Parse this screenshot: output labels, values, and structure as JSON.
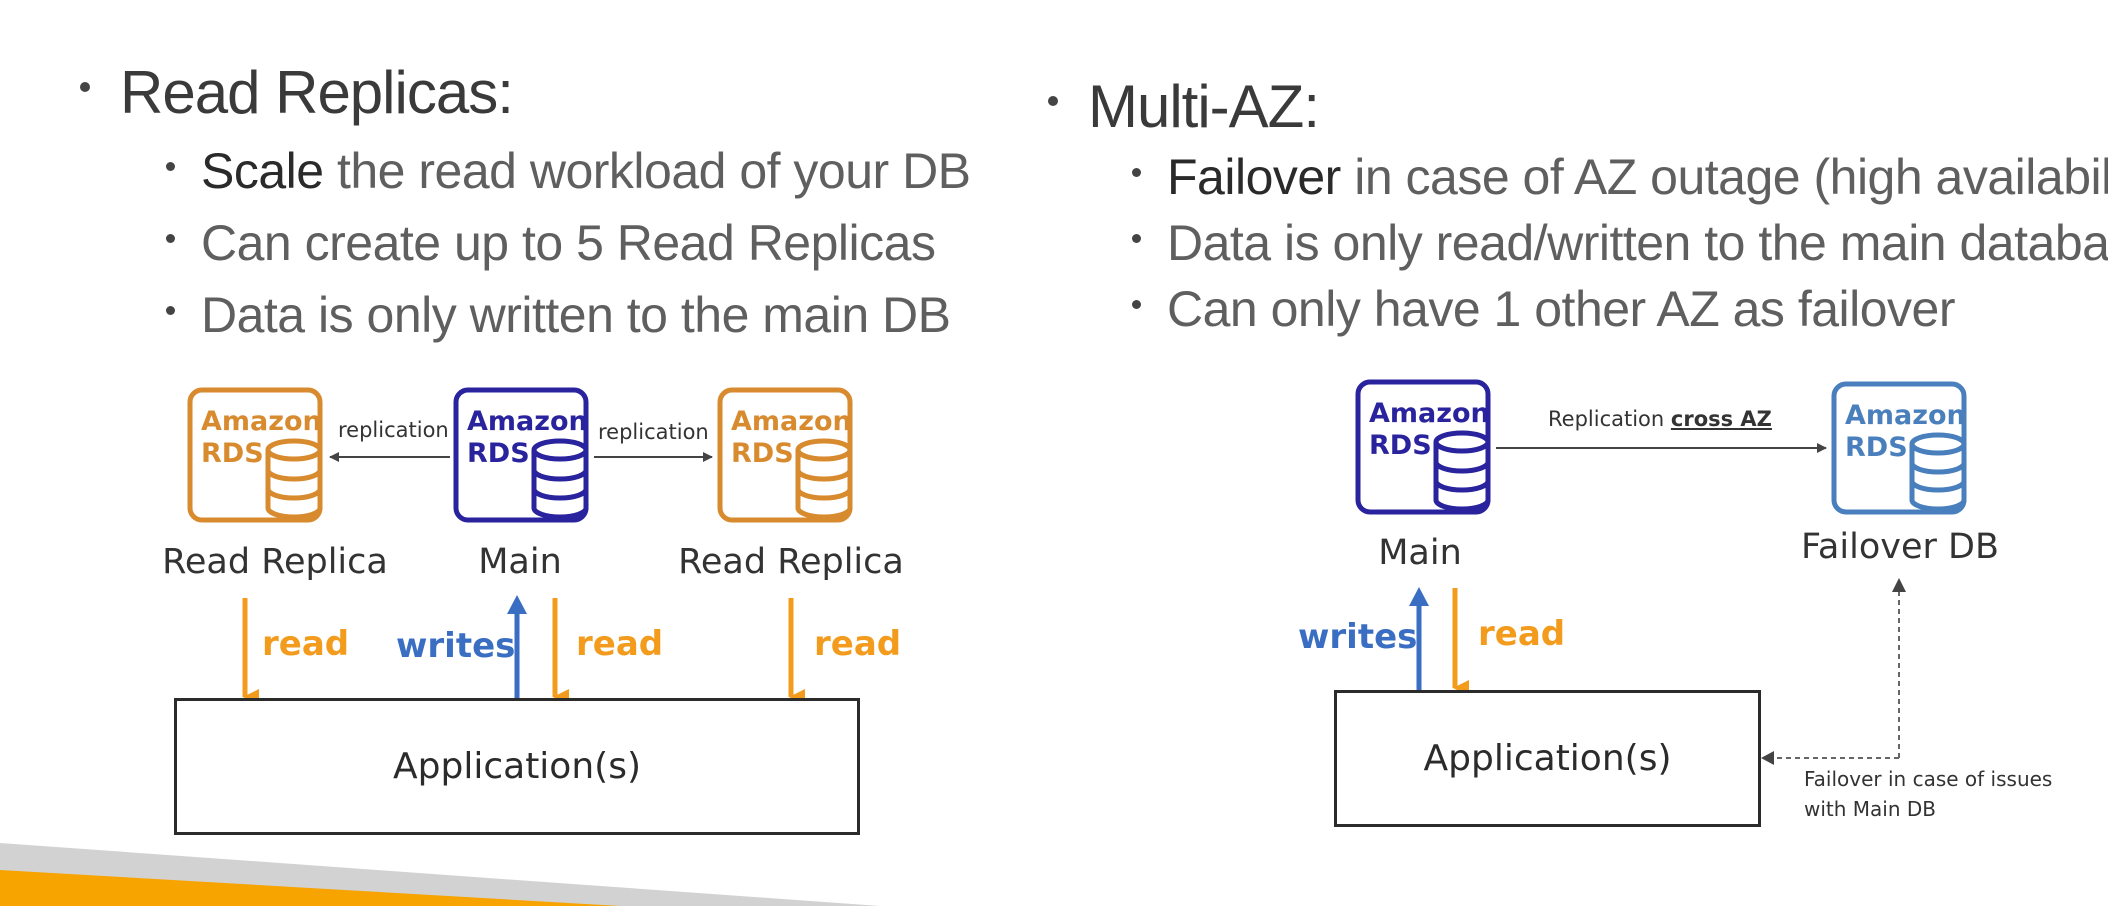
{
  "left": {
    "heading": "Read Replicas:",
    "bullets": [
      {
        "bold": "Scale",
        "rest": " the read workload of your DB"
      },
      {
        "bold": "",
        "rest": "Can create up to 5 Read Replicas"
      },
      {
        "bold": "",
        "rest": "Data is only written to the main DB"
      }
    ],
    "replica_left_label": "Read Replica",
    "main_label": "Main",
    "replica_right_label": "Read Replica",
    "replication_left": "replication",
    "replication_right": "replication",
    "read_label": "read",
    "writes_label": "writes",
    "app_label": "Application(s)"
  },
  "right": {
    "heading": "Multi-AZ:",
    "bullets": [
      {
        "bold": "Failover",
        "rest": " in case of AZ outage (high availability)"
      },
      {
        "bold": "",
        "rest": "Data is only read/written to the main database"
      },
      {
        "bold": "",
        "rest": "Can only have 1 other AZ as failover"
      }
    ],
    "main_label": "Main",
    "failover_label": "Failover DB",
    "replication_prefix": "Replication ",
    "replication_emph": "cross AZ",
    "writes_label": "writes",
    "read_label": "read",
    "app_label": "Application(s)",
    "failover_note_line1": "Failover in case of issues",
    "failover_note_line2": "with Main DB"
  },
  "rds_icon": {
    "line1": "Amazon",
    "line2": "RDS"
  },
  "colors": {
    "replica_orange": "#d88a2e",
    "main_navy": "#2a239e",
    "failover_blue": "#4a7fbd",
    "read_orange": "#f29b1d",
    "write_blue": "#3a6ec3",
    "footer_orange": "#f7a400",
    "footer_gray": "#d2d2d2"
  }
}
